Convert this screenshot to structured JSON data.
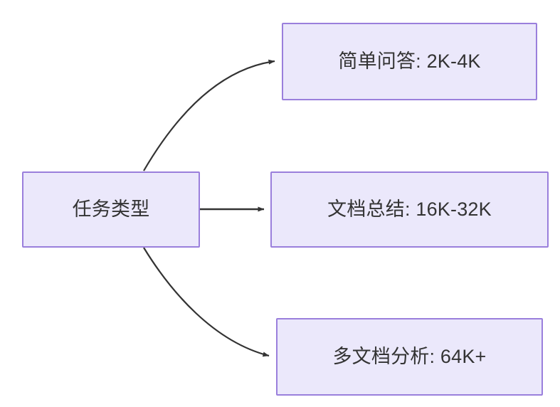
{
  "diagram": {
    "type": "flowchart",
    "direction": "left-to-right",
    "background_color": "#ffffff",
    "node_fill_color": "#ebe8fb",
    "node_border_color": "#9a7fdc",
    "node_text_color": "#333333",
    "edge_color": "#333333",
    "nodes": [
      {
        "id": "root",
        "label": "任务类型",
        "role": "root"
      },
      {
        "id": "simple-qa",
        "label": "简单问答: 2K-4K",
        "role": "leaf"
      },
      {
        "id": "doc-sum",
        "label": "文档总结: 16K-32K",
        "role": "leaf"
      },
      {
        "id": "multi-doc",
        "label": "多文档分析: 64K+",
        "role": "leaf"
      }
    ],
    "edges": [
      {
        "id": "edge-root-simple-qa",
        "from": "root",
        "to": "simple-qa",
        "style": "curved",
        "arrow": "arrowhead-end"
      },
      {
        "id": "edge-root-doc-sum",
        "from": "root",
        "to": "doc-sum",
        "style": "straight",
        "arrow": "arrowhead-end"
      },
      {
        "id": "edge-root-multi-doc",
        "from": "root",
        "to": "multi-doc",
        "style": "curved",
        "arrow": "arrowhead-end"
      }
    ]
  }
}
